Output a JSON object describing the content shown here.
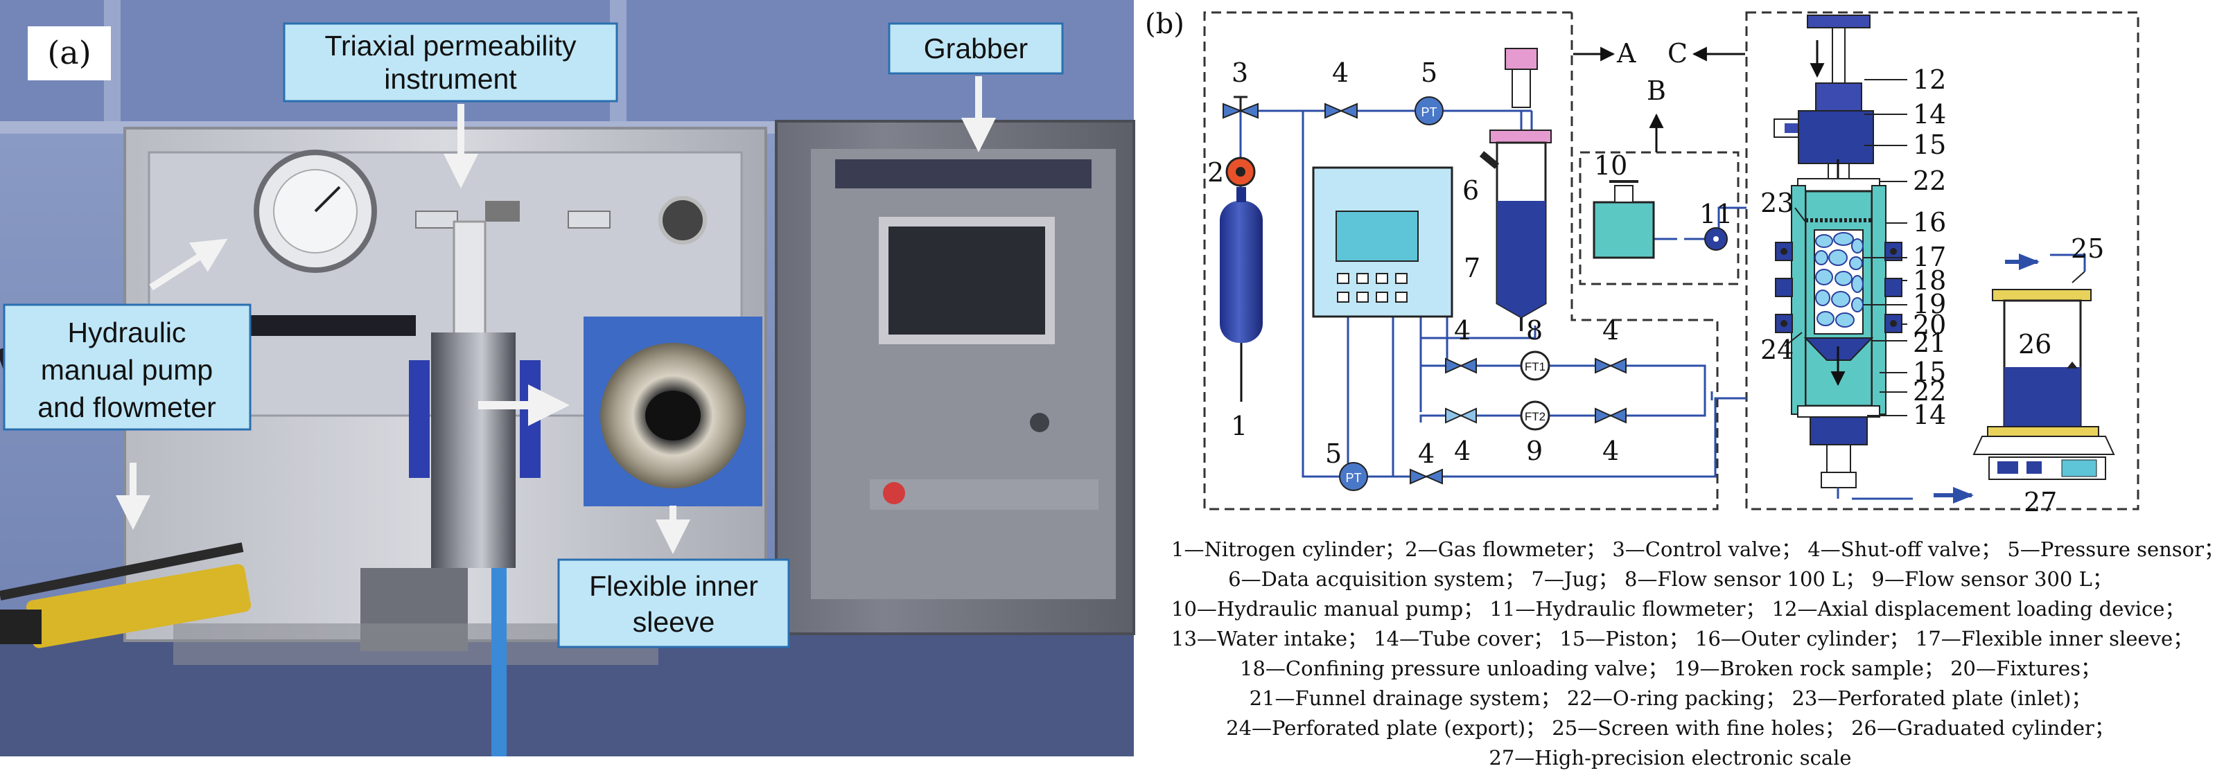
{
  "panel_a": {
    "label": "(a)",
    "callouts": {
      "triaxial": [
        "Triaxial permeability",
        "instrument"
      ],
      "grabber": "Grabber",
      "pump": [
        "Hydraulic",
        "manual pump",
        "and flowmeter"
      ],
      "sleeve": [
        "Flexible inner",
        "sleeve"
      ]
    },
    "colors": {
      "callout_fill": "#bfe6f6",
      "callout_border": "#2a6fb0",
      "arrow": "#f2f2f2"
    }
  },
  "panel_b": {
    "label": "(b)",
    "connectors": {
      "A": "A",
      "B": "B",
      "C": "C"
    },
    "numbers": {
      "n1": "1",
      "n2": "2",
      "n3": "3",
      "n4": "4",
      "n5": "5",
      "n6": "6",
      "n7": "7",
      "n8": "8",
      "n9": "9",
      "n10": "10",
      "n11": "11",
      "n12": "12",
      "n14": "14",
      "n15": "15",
      "n16": "16",
      "n17": "17",
      "n18": "18",
      "n19": "19",
      "n20": "20",
      "n21": "21",
      "n22": "22",
      "n23": "23",
      "n24": "24",
      "n25": "25",
      "n26": "26",
      "n27": "27"
    },
    "sensor_tags": {
      "pt": "PT",
      "ft1": "FT1",
      "ft2": "FT2"
    },
    "colors": {
      "line": "#2e4fa8",
      "vessel": "#2b3f9e",
      "cyan": "#5cc8c4",
      "panel": "#bfe6f6",
      "valve": "#4a78c8"
    }
  },
  "legend": {
    "lines": [
      "1—Nitrogen cylinder；2—Gas flowmeter； 3—Control valve； 4—Shut-off valve； 5—Pressure sensor；",
      "6—Data acquisition system； 7—Jug； 8—Flow sensor 100 L； 9—Flow sensor 300 L；",
      "10—Hydraulic manual pump； 11—Hydraulic flowmeter； 12—Axial displacement loading device；",
      "13—Water intake； 14—Tube cover； 15—Piston； 16—Outer cylinder； 17—Flexible inner sleeve；",
      "18—Confining pressure unloading valve； 19—Broken rock sample； 20—Fixtures；",
      "21—Funnel drainage system； 22—O-ring packing； 23—Perforated plate (inlet)；",
      "24—Perforated plate (export)； 25—Screen with fine holes； 26—Graduated cylinder；",
      "27—High-precision electronic scale"
    ]
  }
}
